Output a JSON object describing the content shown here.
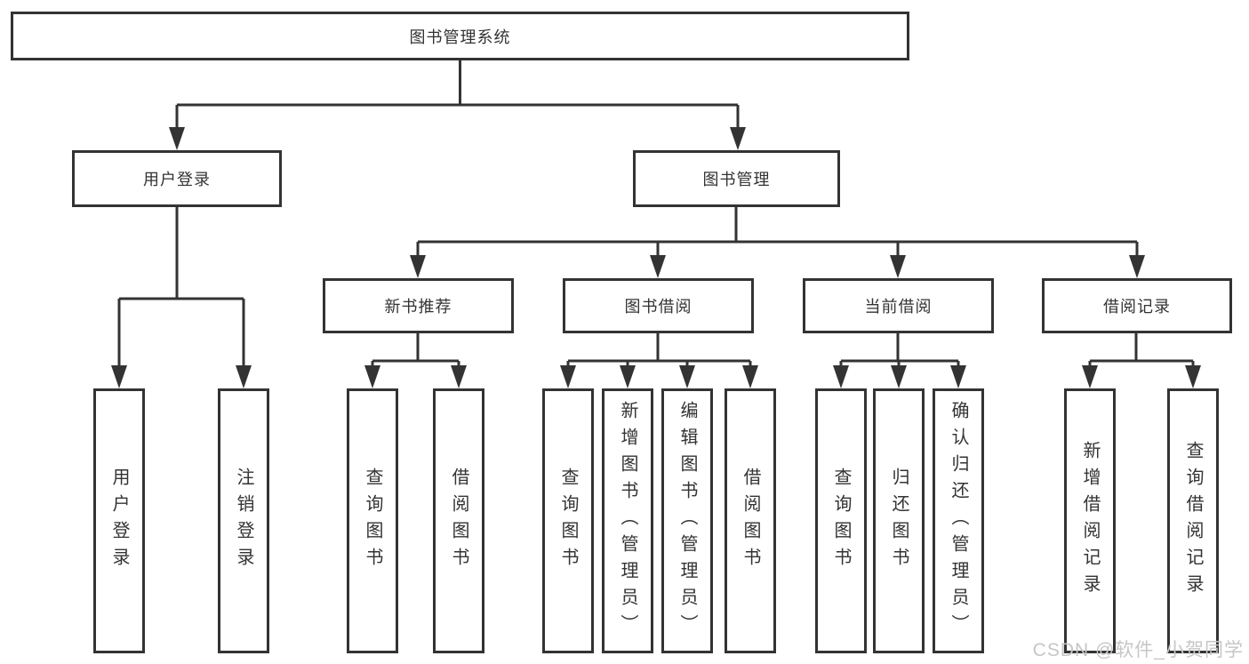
{
  "diagram": {
    "root": {
      "label": "图书管理系统"
    },
    "branches": [
      {
        "label": "用户登录",
        "children": [
          {
            "label": "用户登录"
          },
          {
            "label": "注销登录"
          }
        ]
      },
      {
        "label": "图书管理",
        "children": [
          {
            "label": "新书推荐",
            "children": [
              {
                "label": "查询图书"
              },
              {
                "label": "借阅图书"
              }
            ]
          },
          {
            "label": "图书借阅",
            "children": [
              {
                "label": "查询图书"
              },
              {
                "label": "新增图书（管理员）"
              },
              {
                "label": "编辑图书（管理员）"
              },
              {
                "label": "借阅图书"
              }
            ]
          },
          {
            "label": "当前借阅",
            "children": [
              {
                "label": "查询图书"
              },
              {
                "label": "归还图书"
              },
              {
                "label": "确认归还（管理员）"
              }
            ]
          },
          {
            "label": "借阅记录",
            "children": [
              {
                "label": "新增借阅记录"
              },
              {
                "label": "查询借阅记录"
              }
            ]
          }
        ]
      }
    ]
  },
  "page": {
    "watermark": "CSDN @软件_小贺同学"
  },
  "colors": {
    "line": "#333333",
    "text": "#333333",
    "background": "#ffffff",
    "watermark": "#c6c6c6"
  }
}
